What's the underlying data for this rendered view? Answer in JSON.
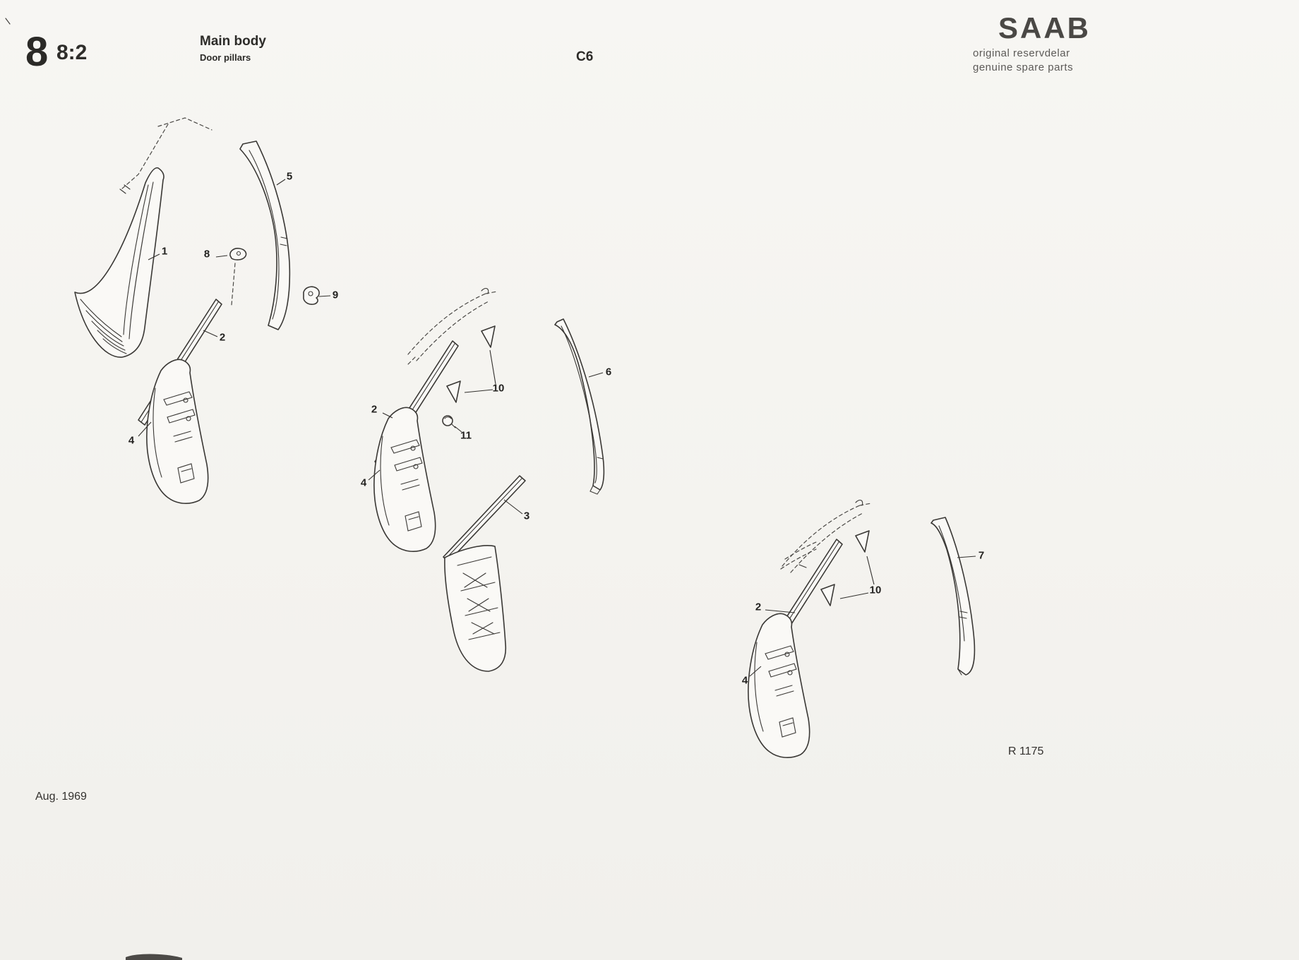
{
  "page": {
    "page_number": "8",
    "section_ref": "8:2",
    "title": "Main body",
    "subtitle": "Door pillars",
    "grid_ref": "C6",
    "date": "Aug. 1969",
    "drawing_ref": "R 1175"
  },
  "brand": {
    "logo": "SAAB",
    "line1": "original reservdelar",
    "line2": "genuine spare parts"
  },
  "colors": {
    "paper": "#f5f4f1",
    "ink": "#33312e"
  },
  "callouts": [
    {
      "label": "1"
    },
    {
      "label": "8"
    },
    {
      "label": "5"
    },
    {
      "label": "9"
    },
    {
      "label": "2"
    },
    {
      "label": "4"
    },
    {
      "label": "2"
    },
    {
      "label": "10"
    },
    {
      "label": "11"
    },
    {
      "label": "6"
    },
    {
      "label": "4"
    },
    {
      "label": "3"
    },
    {
      "label": "2"
    },
    {
      "label": "10"
    },
    {
      "label": "7"
    },
    {
      "label": "4"
    }
  ]
}
